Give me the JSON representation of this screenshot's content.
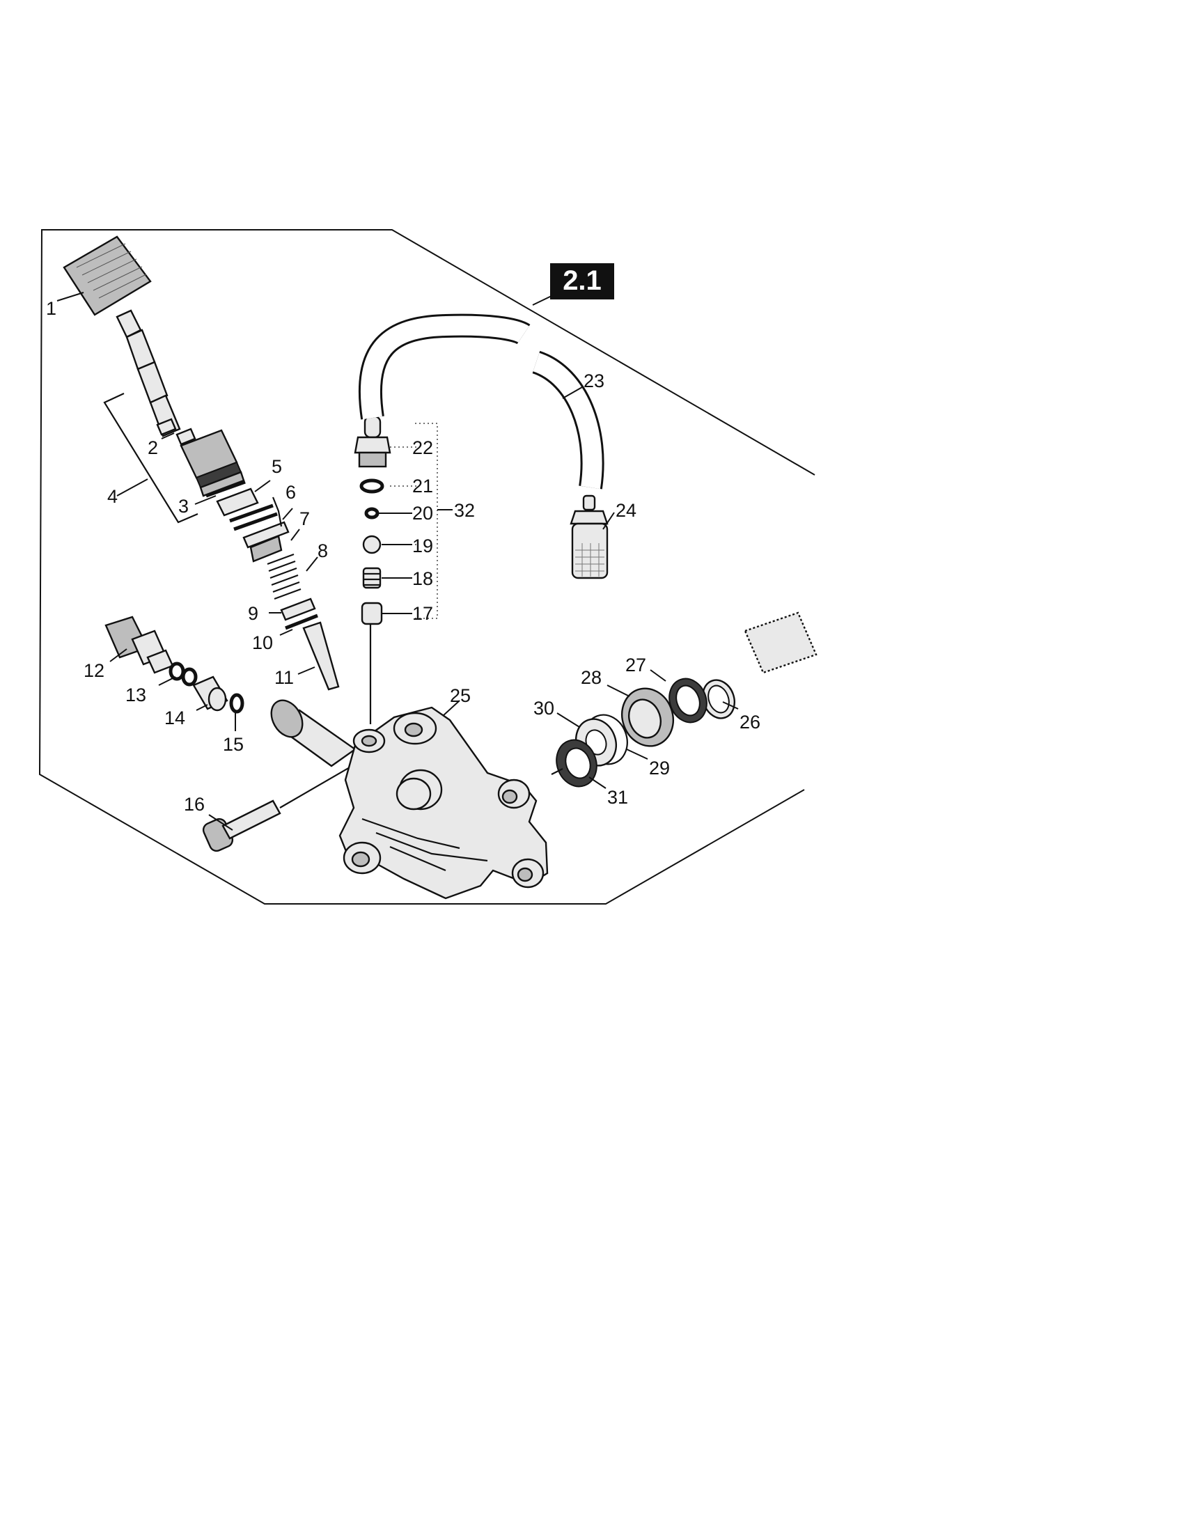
{
  "figure": {
    "tag": "2.1",
    "part_labels": [
      "1",
      "2",
      "3",
      "4",
      "5",
      "6",
      "7",
      "8",
      "9",
      "10",
      "11",
      "12",
      "13",
      "14",
      "15",
      "16",
      "17",
      "18",
      "19",
      "20",
      "21",
      "22",
      "23",
      "24",
      "25",
      "26",
      "27",
      "28",
      "29",
      "30",
      "31",
      "32"
    ]
  }
}
